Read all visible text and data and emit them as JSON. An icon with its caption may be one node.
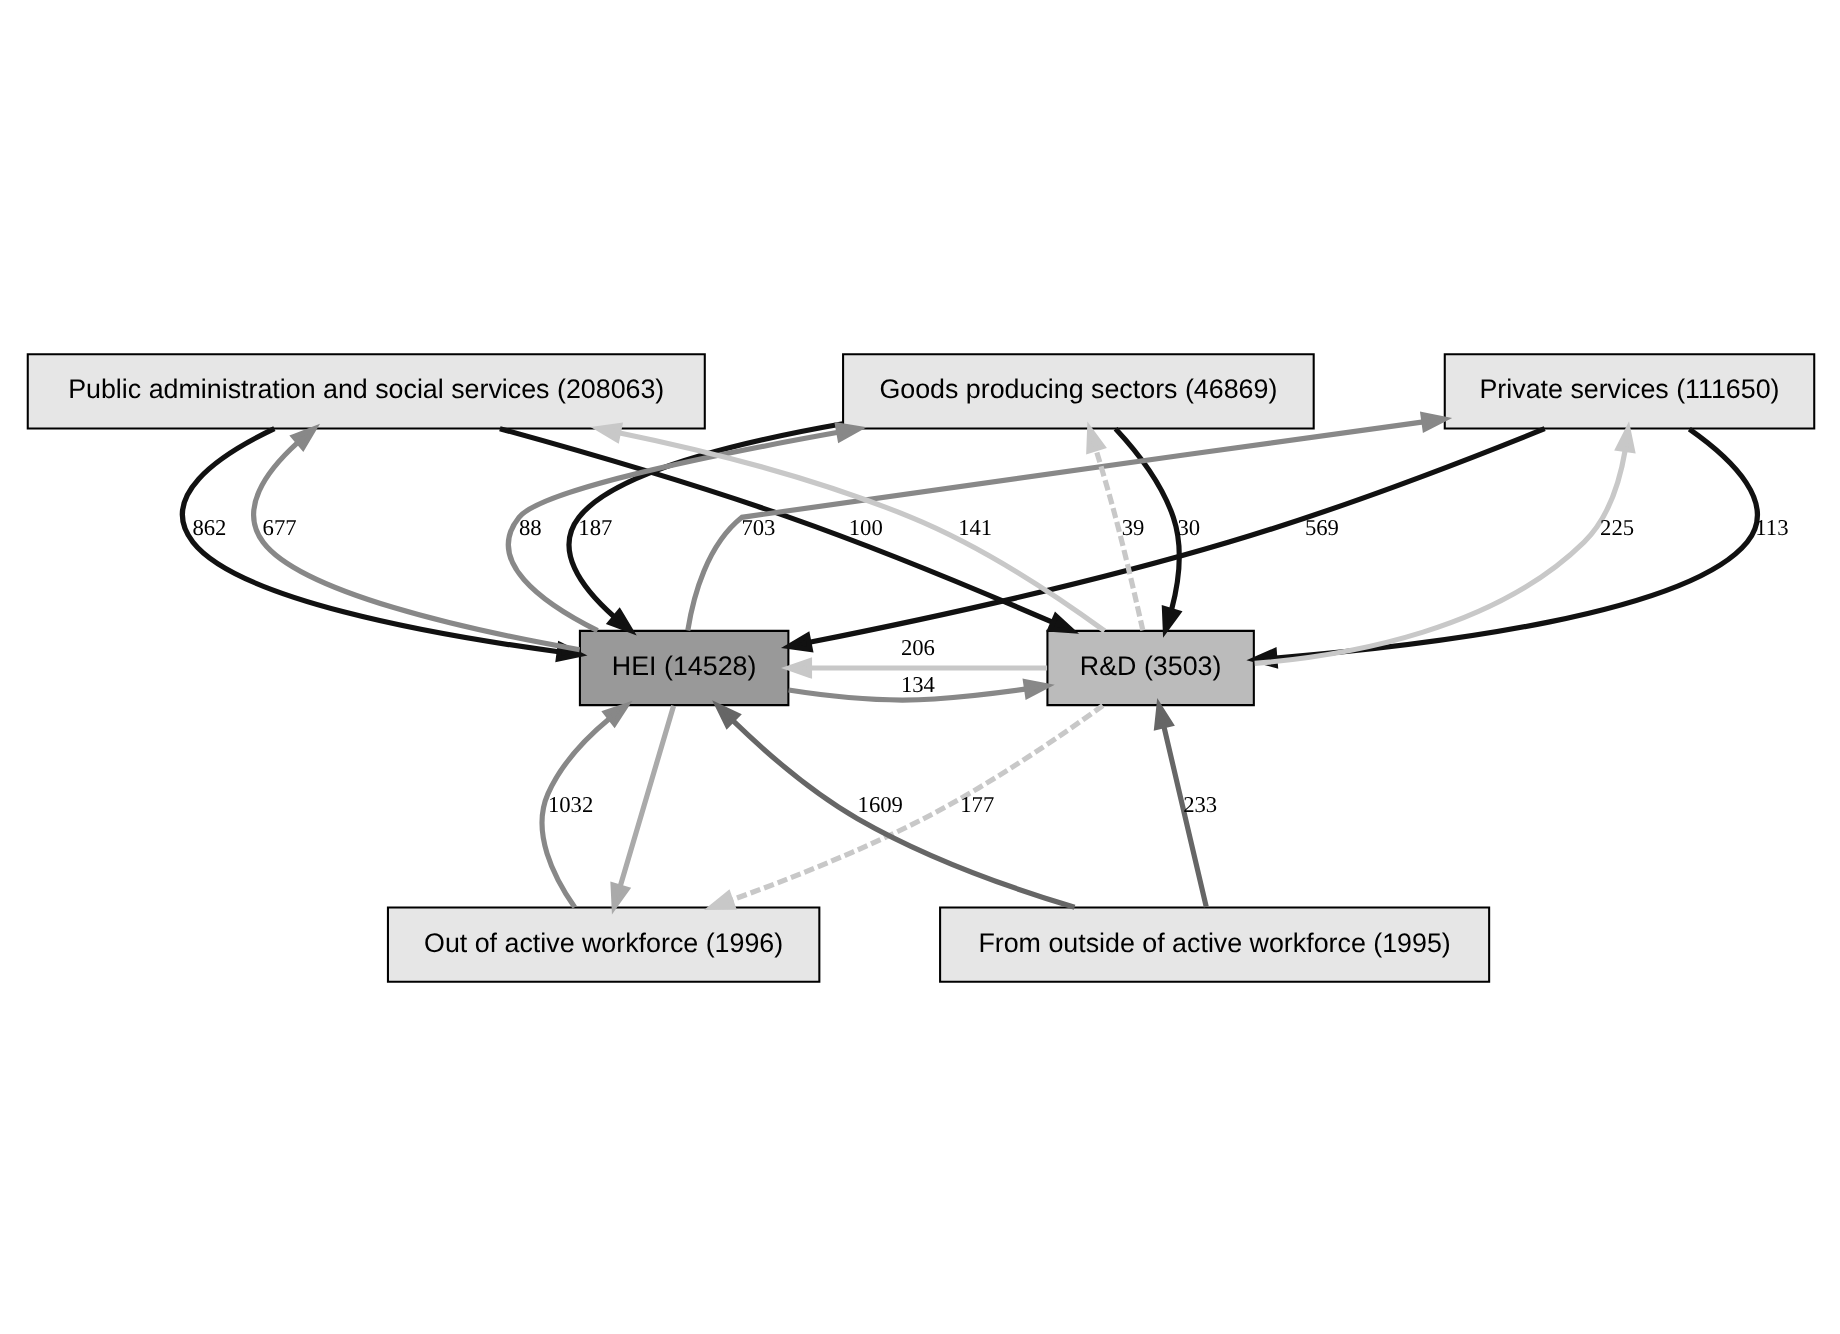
{
  "diagram": {
    "nodes": [
      {
        "text": [
          "Public administration and social services (208063)"
        ]
      },
      {
        "text": [
          "Private services (111650)"
        ]
      },
      {
        "text": [
          "Goods producing sectors (46869)"
        ]
      },
      {
        "text": [
          "HEI (14528)"
        ]
      },
      {
        "text": [
          "R&D (3503)"
        ]
      },
      {
        "text": [
          "From outside of active workforce (1995)"
        ]
      },
      {
        "text": [
          "Out of active workforce (1996)"
        ]
      }
    ],
    "edges": [
      {
        "from": 1,
        "to": 3,
        "arrow": "to",
        "label": "569"
      },
      {
        "from": 1,
        "to": 4,
        "arrow": "to",
        "label": "113"
      },
      {
        "from": 2,
        "to": 3,
        "arrow": "to",
        "label": "187"
      },
      {
        "from": 0,
        "to": 4,
        "arrow": "to",
        "label": "100"
      },
      {
        "from": 4,
        "to": 0,
        "arrow": "to",
        "label": "141",
        "color": "#c8c8c8"
      },
      {
        "from": 3,
        "to": 1,
        "arrow": "to",
        "label": "703",
        "color": "#888888"
      },
      {
        "from": 4,
        "to": 1,
        "arrow": "to",
        "label": "225",
        "color": "#c8c8c8"
      },
      {
        "from": 3,
        "to": 2,
        "arrow": "to",
        "label": "88",
        "color": "#888888"
      },
      {
        "from": 4,
        "to": 2,
        "arrow": "to",
        "label": "39",
        "style": "dashed",
        "color": "#c8c8c8"
      },
      {
        "from": 2,
        "to": 4,
        "arrow": "to",
        "label": "30"
      },
      {
        "from": 3,
        "to": 0,
        "arrow": "to",
        "label": "677",
        "color": "#888888"
      },
      {
        "from": 0,
        "to": 3,
        "arrow": "to",
        "label": "862"
      },
      {
        "from": 4,
        "to": 3,
        "arrow": "to",
        "label": "206",
        "color": "#c8c8c8"
      },
      {
        "from": 3,
        "to": 4,
        "arrow": "to",
        "label": "134",
        "color": "#888888"
      },
      {
        "from": 5,
        "to": 3,
        "arrow": "to",
        "label": "1609",
        "color": "#666666"
      },
      {
        "from": 6,
        "to": 3,
        "arrow": "to",
        "label": "1032",
        "color": "#888888"
      },
      {
        "from": 3,
        "to": 6,
        "arrow": "to",
        "color": "#aaaaaa"
      },
      {
        "from": 5,
        "to": 4,
        "arrow": "to",
        "label": "233",
        "color": "#666666"
      },
      {
        "from": 4,
        "to": 6,
        "arrow": "to",
        "label": "177",
        "style": "dashed",
        "color": "#c8c8c8"
      }
    ]
  }
}
